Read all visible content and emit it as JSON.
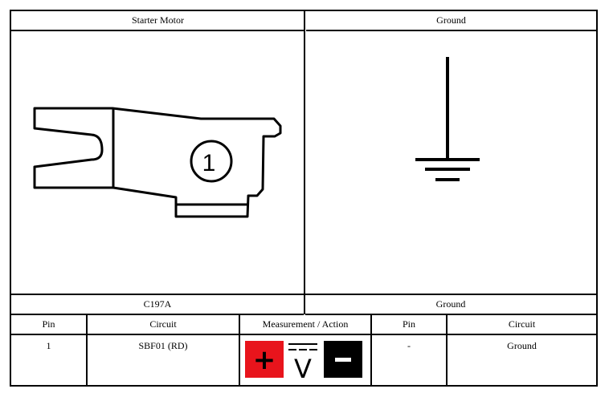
{
  "top_headers": {
    "left": "Starter Motor",
    "right": "Ground"
  },
  "connector": {
    "pin_callout": "1",
    "label": "C197A"
  },
  "ground_label": "Ground",
  "table": {
    "columns": [
      "Pin",
      "Circuit",
      "Measurement / Action",
      "Pin",
      "Circuit"
    ],
    "row": {
      "pin_left": "1",
      "circuit_left": "SBF01 (RD)",
      "pin_right": "-",
      "circuit_right": "Ground"
    }
  },
  "measurement": {
    "plus_symbol": "+",
    "meter_symbol": "V",
    "minus_symbol": "−",
    "plus_color": "#e8141c",
    "minus_color": "#000000"
  }
}
